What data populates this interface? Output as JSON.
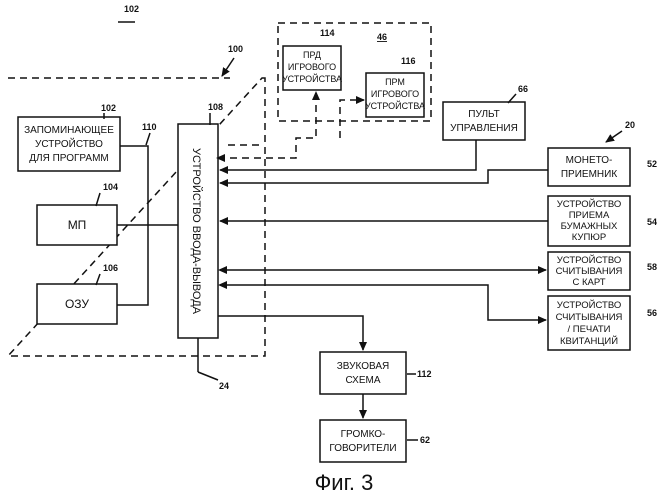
{
  "figure_caption": "Фиг. 3",
  "refs": {
    "system": "102",
    "processor_block": "100",
    "game_link": "46",
    "system_overall": "20",
    "bus": "24"
  },
  "blocks": {
    "prog_memory": {
      "ref": "102",
      "lines": [
        "ЗАПОМИНАЮЩЕЕ",
        "УСТРОЙСТВО",
        "ДЛЯ ПРОГРАММ"
      ]
    },
    "bus_line_ref": "110",
    "mp": {
      "ref": "104",
      "lines": [
        "МП"
      ]
    },
    "ram": {
      "ref": "106",
      "lines": [
        "ОЗУ"
      ]
    },
    "io": {
      "ref": "108",
      "lines": [
        "УСТРОЙСТВО ВВОДА-ВЫВОДА"
      ]
    },
    "game_tx": {
      "ref": "114",
      "lines": [
        "ПРД",
        "ИГРОВОГО",
        "УСТРОЙСТВА"
      ]
    },
    "game_rx": {
      "ref": "116",
      "lines": [
        "ПРМ",
        "ИГРОВОГО",
        "УСТРОЙСТВА"
      ]
    },
    "control_panel": {
      "ref": "66",
      "lines": [
        "ПУЛЬТ",
        "УПРАВЛЕНИЯ"
      ]
    },
    "coin_acceptor": {
      "ref": "52",
      "lines": [
        "МОНЕТО-",
        "ПРИЕМНИК"
      ]
    },
    "bill_acceptor": {
      "ref": "54",
      "lines": [
        "УСТРОЙСТВО",
        "ПРИЕМА",
        "БУМАЖНЫХ",
        "КУПЮР"
      ]
    },
    "card_reader": {
      "ref": "58",
      "lines": [
        "УСТРОЙСТВО",
        "СЧИТЫВАНИЯ",
        "С КАРТ"
      ]
    },
    "ticket_printer": {
      "ref": "56",
      "lines": [
        "УСТРОЙСТВО",
        "СЧИТЫВАНИЯ",
        "/ ПЕЧАТИ",
        "КВИТАНЦИЙ"
      ]
    },
    "sound": {
      "ref": "112",
      "lines": [
        "ЗВУКОВАЯ",
        "СХЕМА"
      ]
    },
    "speakers": {
      "ref": "62",
      "lines": [
        "ГРОМКО-",
        "ГОВОРИТЕЛИ"
      ]
    }
  }
}
